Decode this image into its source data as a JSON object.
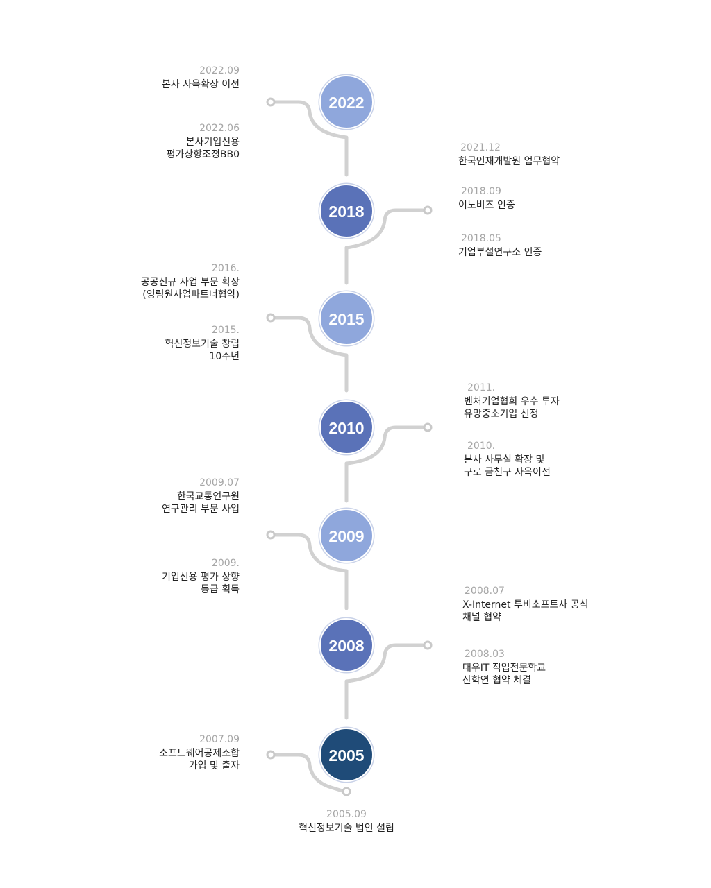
{
  "colors": {
    "light": "#8fa7dc",
    "medium": "#5a72b8",
    "dark": "#1f4b78",
    "connector": "#d1d1d1",
    "date_text": "#a6a6a6",
    "desc_text": "#222222"
  },
  "timeline": [
    {
      "year": "2022",
      "tone": "light",
      "events": [
        {
          "date": "2022.09",
          "lines": [
            "본사 사옥확장 이전"
          ]
        },
        {
          "date": "2022.06",
          "lines": [
            "본사기업신용",
            "평가상향조정BB0"
          ]
        }
      ]
    },
    {
      "year": "2018",
      "tone": "medium",
      "events": [
        {
          "date": "2021.12",
          "lines": [
            "한국인재개발원 업무협약"
          ]
        },
        {
          "date": "2018.09",
          "lines": [
            "이노비즈 인증"
          ]
        },
        {
          "date": "2018.05",
          "lines": [
            "기업부설연구소 인증"
          ]
        }
      ]
    },
    {
      "year": "2015",
      "tone": "light",
      "events": [
        {
          "date": "2016.",
          "lines": [
            "공공신규 사업 부문 확장",
            "(영림원사업파트너협약)"
          ]
        },
        {
          "date": "2015.",
          "lines": [
            "혁신정보기술 창립",
            "10주년"
          ]
        }
      ]
    },
    {
      "year": "2010",
      "tone": "medium",
      "events": [
        {
          "date": "2011.",
          "lines": [
            "벤처기업협회 우수 투자",
            "유망중소기업 선정"
          ]
        },
        {
          "date": "2010.",
          "lines": [
            "본사 사무실 확장 및",
            "구로 금천구 사옥이전"
          ]
        }
      ]
    },
    {
      "year": "2009",
      "tone": "light",
      "events": [
        {
          "date": "2009.07",
          "lines": [
            "한국교통연구원",
            "연구관리 부문 사업"
          ]
        },
        {
          "date": "2009.",
          "lines": [
            "기업신용 평가 상향",
            "등급 획득"
          ]
        }
      ]
    },
    {
      "year": "2008",
      "tone": "medium",
      "events": [
        {
          "date": "2008.07",
          "lines": [
            "X-Internet 투비소프트사 공식",
            "채널 협약"
          ]
        },
        {
          "date": "2008.03",
          "lines": [
            "대우IT 직업전문학교",
            "산학연 협약 체결"
          ]
        }
      ]
    },
    {
      "year": "2005",
      "tone": "dark",
      "events": [
        {
          "date": "2007.09",
          "lines": [
            "소프트웨어공제조합",
            "가입 및 출자"
          ]
        },
        {
          "date": "2005.09",
          "lines": [
            "혁신정보기술 법인 설립"
          ]
        }
      ]
    }
  ]
}
